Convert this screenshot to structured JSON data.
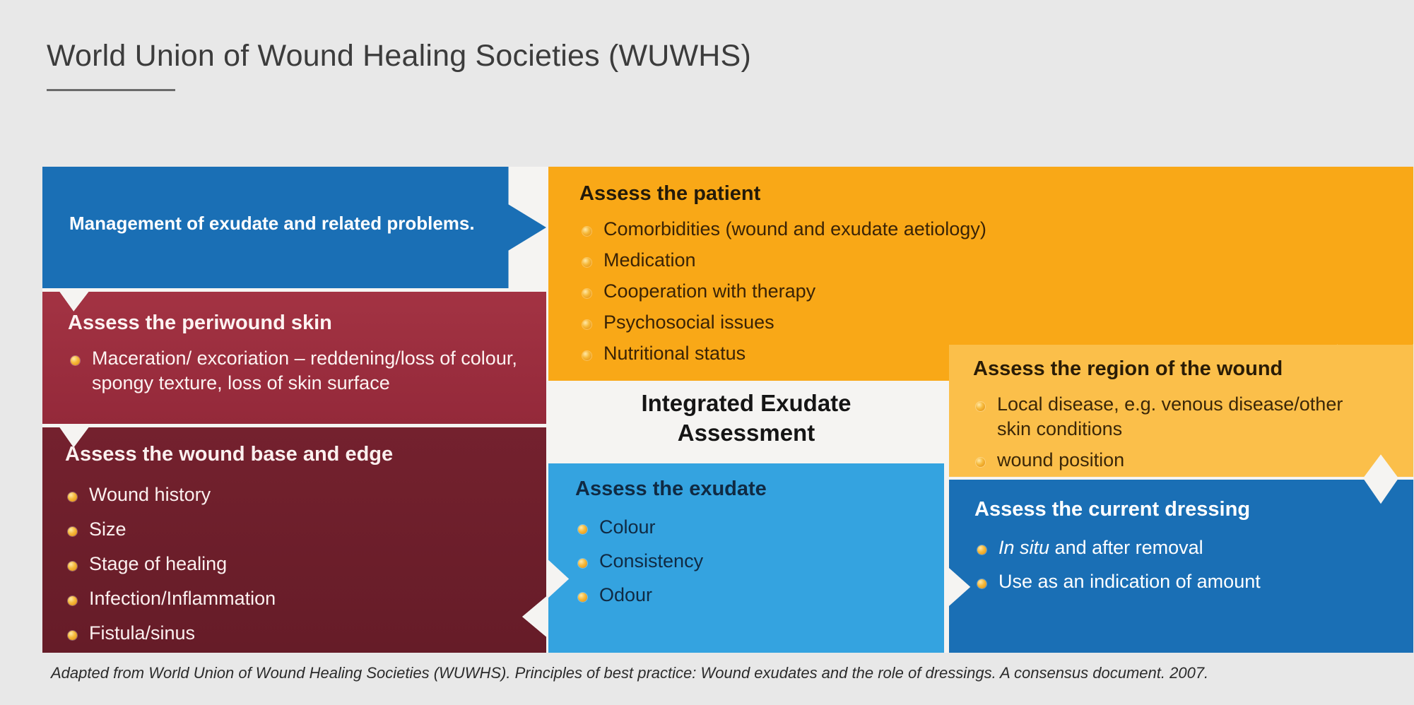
{
  "page": {
    "title": "World Union of Wound Healing Societies (WUWHS)",
    "background_color": "#e8e8e8",
    "canvas_color": "#f5f4f2",
    "footer_note": "Adapted from World Union of Wound Healing Societies (WUWHS). Principles of best practice: Wound exudates and the role of dressings. A consensus document. 2007."
  },
  "diagram": {
    "centre_label": {
      "line1": "Integrated Exudate",
      "line2": "Assessment"
    },
    "boxes": {
      "management": {
        "title": "Management of exudate and related problems.",
        "color": "#1a6fb5",
        "text_color": "#ffffff"
      },
      "patient": {
        "title": "Assess the patient",
        "color": "#f9a817",
        "text_color": "#3a2306",
        "items": [
          "Comorbidities (wound and exudate aetiology)",
          "Medication",
          "Cooperation with therapy",
          "Psychosocial issues",
          "Nutritional status"
        ]
      },
      "periwound": {
        "title": "Assess the periwound skin",
        "color": "#9e2f3f",
        "text_color": "#fdf3f2",
        "items": [
          "Maceration/ excoriation – reddening/loss of colour, spongy texture, loss of skin surface"
        ]
      },
      "wound_base": {
        "title": "Assess the wound base and edge",
        "color": "#6e1f2b",
        "text_color": "#fbf0ef",
        "items": [
          "Wound history",
          "Size",
          "Stage of healing",
          "Infection/Inflammation",
          "Fistula/sinus"
        ]
      },
      "exudate": {
        "title": "Assess the exudate",
        "color": "#34a3e0",
        "text_color": "#102a43",
        "items": [
          "Colour",
          "Consistency",
          "Odour"
        ]
      },
      "region": {
        "title": "Assess the region of the wound",
        "color": "#fbbf4a",
        "text_color": "#3b2708",
        "items": [
          "Local disease, e.g. venous disease/other skin conditions",
          "wound position"
        ]
      },
      "dressing": {
        "title": "Assess the current dressing",
        "color": "#1a6fb5",
        "text_color": "#ffffff",
        "items": [
          {
            "emphasis": "In situ",
            "rest": " and after removal"
          },
          {
            "emphasis": "",
            "rest": "Use as an indication of amount"
          }
        ]
      }
    }
  }
}
